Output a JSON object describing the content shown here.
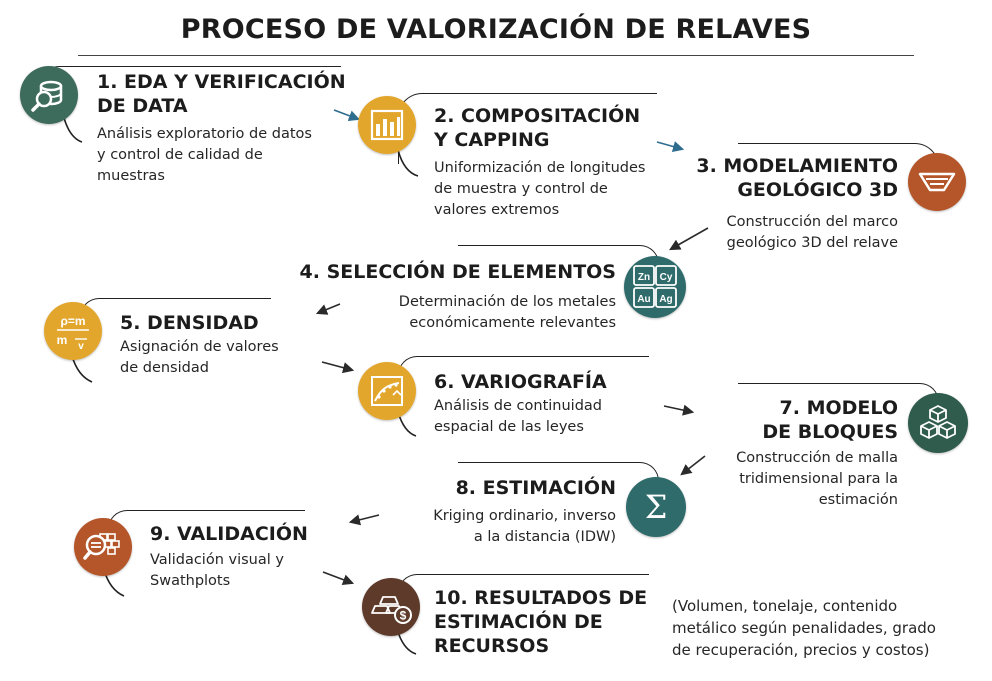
{
  "title": "PROCESO DE VALORIZACIÓN DE RELAVES",
  "steps": [
    {
      "title_1": "1. EDA Y VERIFICACIÓN",
      "title_2": "DE DATA",
      "desc_1": "Análisis exploratorio de datos",
      "desc_2": "y control de calidad de",
      "desc_3": "muestras",
      "icon": "database-search-icon",
      "color": "#3d6b5c"
    },
    {
      "title_1": "2. COMPOSITACIÓN",
      "title_2": "Y CAPPING",
      "desc_1": "Uniformización de longitudes",
      "desc_2": "de muestra y control de",
      "desc_3": "valores extremos",
      "icon": "bar-chart-icon",
      "color": "#e3a62c"
    },
    {
      "title_1": "3. MODELAMIENTO",
      "title_2": "GEOLÓGICO 3D",
      "desc_1": "Construcción del marco",
      "desc_2": "geológico 3D del relave",
      "icon": "tailings-pit-icon",
      "color": "#b5562a"
    },
    {
      "title_1": "4. SELECCIÓN DE ELEMENTOS",
      "desc_1": "Determinación de los metales",
      "desc_2": "económicamente relevantes",
      "icon": "periodic-elements-icon",
      "color": "#2f6b6b",
      "elements": [
        "Zn",
        "Cy",
        "Au",
        "Ag"
      ]
    },
    {
      "title_1": "5. DENSIDAD",
      "desc_1": "Asignación de valores",
      "desc_2": "de densidad",
      "icon": "density-formula-icon",
      "color": "#e3a62c",
      "formula_top": "ρ=m",
      "formula_bottom_left": "m",
      "formula_bottom_right": "v"
    },
    {
      "title_1": "6. VARIOGRAFÍA",
      "desc_1": "Análisis de continuidad",
      "desc_2": "espacial de las leyes",
      "icon": "variogram-icon",
      "color": "#e3a62c"
    },
    {
      "title_1": "7. MODELO",
      "title_2": "DE BLOQUES",
      "desc_1": "Construcción de malla",
      "desc_2": "tridimensional para la",
      "desc_3": "estimación",
      "icon": "cubes-icon",
      "color": "#2f5c4d"
    },
    {
      "title_1": "8. ESTIMACIÓN",
      "desc_1": "Kriging ordinario, inverso",
      "desc_2": "a la distancia (IDW)",
      "icon": "sigma-icon",
      "color": "#2f6b6b",
      "symbol": "Σ"
    },
    {
      "title_1": "9. VALIDACIÓN",
      "desc_1": "Validación visual y",
      "desc_2": "Swathplots",
      "icon": "validation-icon",
      "color": "#b5562a"
    },
    {
      "title_1": "10. RESULTADOS DE",
      "title_2": "ESTIMACIÓN DE",
      "title_3": "RECURSOS",
      "icon": "gold-bars-money-icon",
      "color": "#5e3a2a",
      "coin_symbol": "$"
    }
  ],
  "note": {
    "line_1": "(Volumen, tonelaje, contenido",
    "line_2": "metálico según penalidades, grado",
    "line_3": "de recuperación, precios y costos)"
  }
}
